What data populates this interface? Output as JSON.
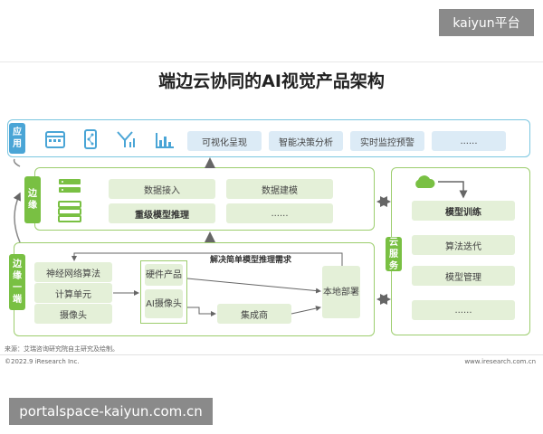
{
  "watermarks": {
    "top_right": "kaiyun平台",
    "bottom_left": "portalspace-kaiyun.com.cn"
  },
  "title": "端边云协同的AI视觉产品架构",
  "application_layer": {
    "tag": "应用",
    "icons": [
      "browser-window-icon",
      "phone-share-icon",
      "signal-tower-icon",
      "bar-chart-icon"
    ],
    "items": [
      "可视化呈现",
      "智能决策分析",
      "实时监控预警",
      "......"
    ]
  },
  "edge_layer": {
    "tag": "边缘",
    "icons": [
      "server-rack-icon",
      "database-stack-icon"
    ],
    "items": [
      "数据接入",
      "数据建模",
      "重级模型推理",
      "......"
    ]
  },
  "cloud_service": {
    "tag": "云服务",
    "icon": "cloud-icon",
    "items": [
      "模型训练",
      "算法迭代",
      "模型管理",
      "......"
    ]
  },
  "edge_terminal_layer": {
    "tag": "边缘一端",
    "left_items": [
      "神经网络算法",
      "计算单元",
      "摄像头"
    ],
    "hardware_label": "硬件产品",
    "ai_camera_label": "AI摄像头",
    "integrator_label": "集成商",
    "local_deploy_label": "本地部署",
    "demand_label": "解决简单模型推理需求"
  },
  "footer": {
    "source": "来源：艾瑞咨询研究院自主研究及绘制。",
    "copyright": "©2022.9 iResearch Inc.",
    "url": "www.iresearch.com.cn"
  },
  "colors": {
    "blue": "#4aa5d6",
    "blue_light": "#dcebf6",
    "green": "#79c043",
    "green_light": "#e4f0d8",
    "arrow": "#666666"
  }
}
